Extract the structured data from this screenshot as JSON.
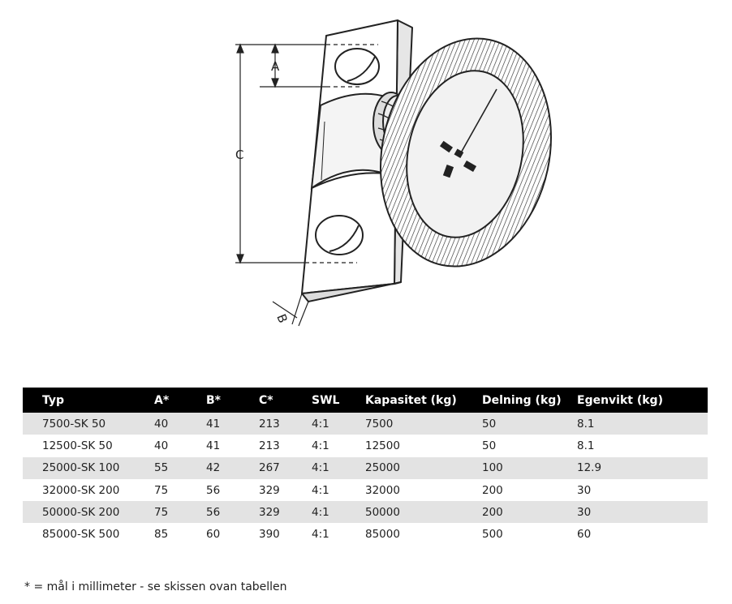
{
  "figure": {
    "labels": {
      "a": "A",
      "b": "B",
      "c": "C"
    }
  },
  "table": {
    "headers": [
      "Typ",
      "A*",
      "B*",
      "C*",
      "SWL",
      "Kapasitet (kg)",
      "Delning (kg)",
      "Egenvikt (kg)"
    ],
    "rows": [
      [
        "7500-SK 50",
        "40",
        "41",
        "213",
        "4:1",
        "7500",
        "50",
        "8.1"
      ],
      [
        "12500-SK 50",
        "40",
        "41",
        "213",
        "4:1",
        "12500",
        "50",
        "8.1"
      ],
      [
        "25000-SK 100",
        "55",
        "42",
        "267",
        "4:1",
        "25000",
        "100",
        "12.9"
      ],
      [
        "32000-SK 200",
        "75",
        "56",
        "329",
        "4:1",
        "32000",
        "200",
        "30"
      ],
      [
        "50000-SK 200",
        "75",
        "56",
        "329",
        "4:1",
        "50000",
        "200",
        "30"
      ],
      [
        "85000-SK 500",
        "85",
        "60",
        "390",
        "4:1",
        "85000",
        "500",
        "60"
      ]
    ]
  },
  "footnote": "* = mål i millimeter - se skissen ovan tabellen"
}
